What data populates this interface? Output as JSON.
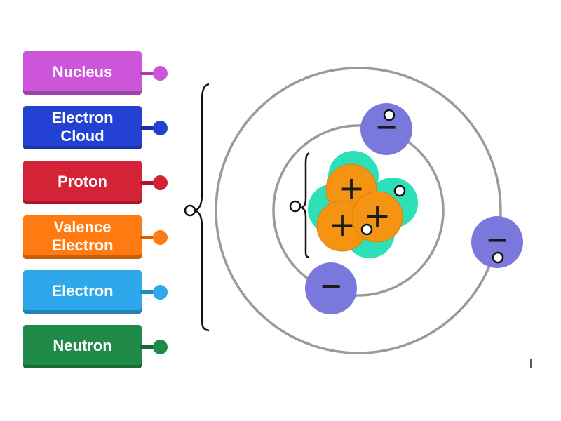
{
  "labels": [
    {
      "id": "nucleus",
      "text": "Nucleus",
      "color": "#cc55d9",
      "dark": "#a93ab5"
    },
    {
      "id": "electron-cloud",
      "text": "Electron Cloud",
      "color": "#2342d4",
      "dark": "#1a30a6"
    },
    {
      "id": "proton",
      "text": "Proton",
      "color": "#d42237",
      "dark": "#aa1828"
    },
    {
      "id": "valence-electron",
      "text": "Valence Electron",
      "color": "#ff7a10",
      "dark": "#d5600a"
    },
    {
      "id": "electron",
      "text": "Electron",
      "color": "#2ea8ea",
      "dark": "#1e88c8"
    },
    {
      "id": "neutron",
      "text": "Neutron",
      "color": "#208a48",
      "dark": "#166a36"
    }
  ],
  "atom": {
    "proton_symbol": "+",
    "electron_symbol": "−",
    "orbit_color": "#9a9a9a",
    "electron_color": "#7a78dc",
    "proton_color": "#f59412",
    "neutron_color": "#2de0b8"
  }
}
